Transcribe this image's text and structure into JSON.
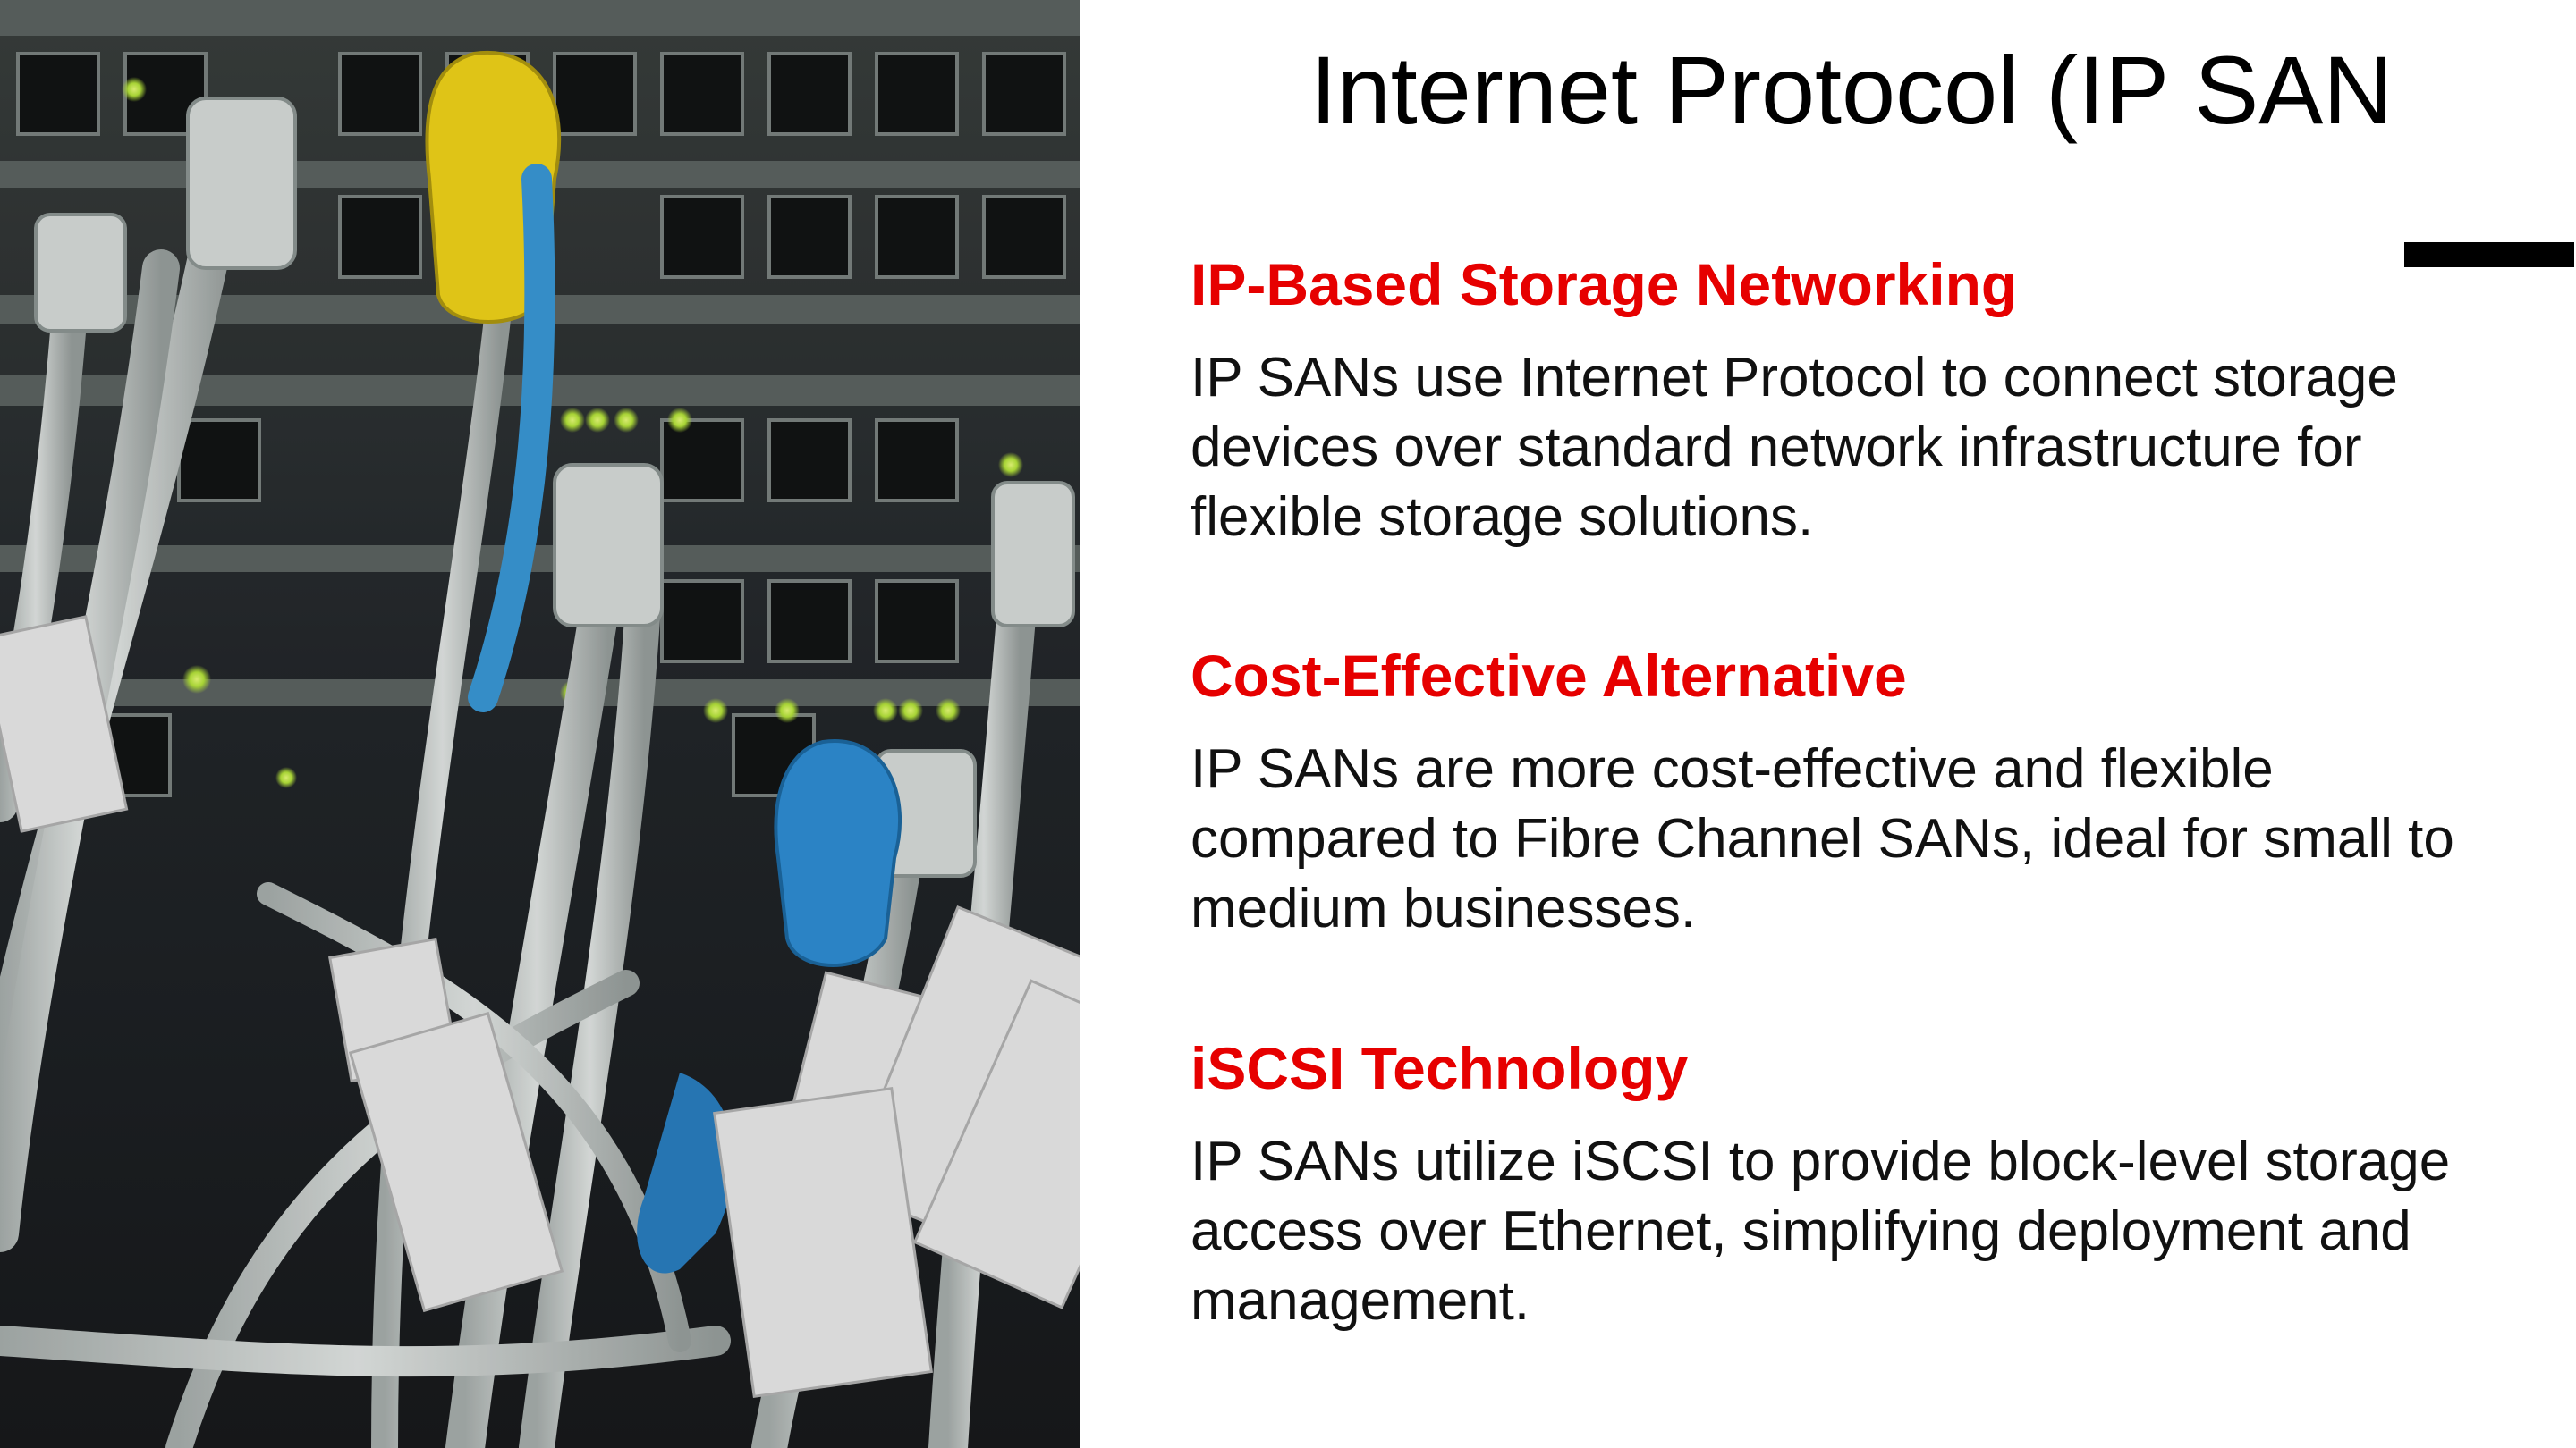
{
  "slide": {
    "title": "Internet Protocol (IP SAN",
    "sections": [
      {
        "heading": "IP-Based Storage Networking",
        "body": "IP SANs use Internet Protocol to connect storage devices over standard network infrastructure for flexible storage solutions."
      },
      {
        "heading": "Cost-Effective Alternative",
        "body": "IP SANs are more cost-effective and flexible compared to Fibre Channel SANs, ideal for small to medium businesses."
      },
      {
        "heading": "iSCSI Technology",
        "body": "IP SANs utilize iSCSI to provide block-level storage access over Ethernet, simplifying deployment and management."
      }
    ]
  },
  "colors": {
    "heading_red": "#e60000",
    "body_text": "#111111",
    "title_text": "#000000",
    "accent_bar": "#000000"
  },
  "photo": {
    "subject": "network-patch-panel-photo"
  }
}
